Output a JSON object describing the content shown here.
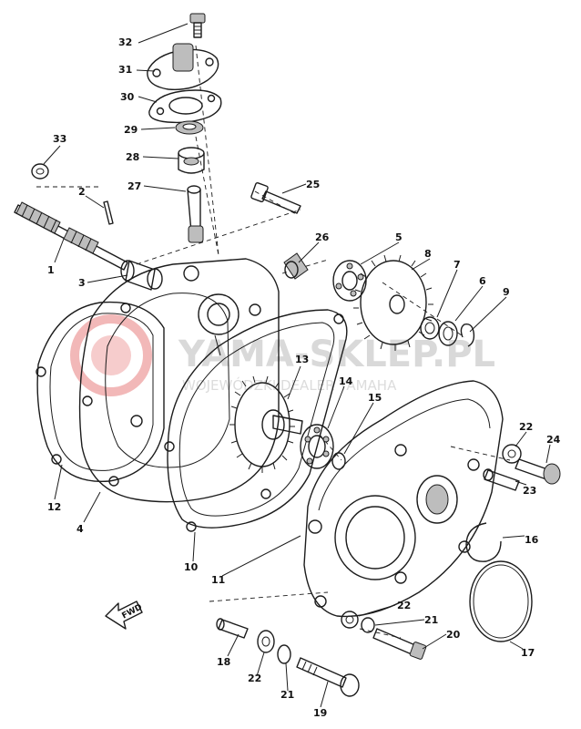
{
  "watermark": {
    "title": "YAMA-SKLEP.PL",
    "subtitle": "WOJEWÓDZKI DEALER YAMAHA",
    "logo_color": "#f2b8b8"
  },
  "direction_label": "FWD",
  "callouts": {
    "p1": "1",
    "p2": "2",
    "p3": "3",
    "p4": "4",
    "p5": "5",
    "p6": "6",
    "p7": "7",
    "p8": "8",
    "p9": "9",
    "p10": "10",
    "p11": "11",
    "p12": "12",
    "p13": "13",
    "p14": "14",
    "p15": "15",
    "p16": "16",
    "p17": "17",
    "p18": "18",
    "p19": "19",
    "p20": "20",
    "p21a": "21",
    "p21b": "21",
    "p22a": "22",
    "p22b": "22",
    "p22c": "22",
    "p23": "23",
    "p24": "24",
    "p25": "25",
    "p26": "26",
    "p27": "27",
    "p28": "28",
    "p29": "29",
    "p30": "30",
    "p31": "31",
    "p32": "32",
    "p33": "33"
  },
  "colors": {
    "ink": "#1c1c1c",
    "paper": "#ffffff"
  }
}
